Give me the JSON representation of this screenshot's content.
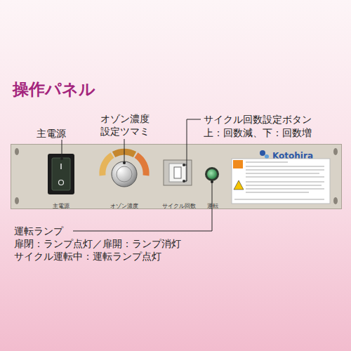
{
  "diagram": {
    "title": "操作パネル",
    "nodes": [
      {
        "text": [
          "主電源",
          "オゾン濃度",
          "サイクル回数",
          "運転",
          "Kotohira"
        ]
      }
    ],
    "labels": [
      "主電源",
      "オゾン濃度 設定ツマミ",
      "サイクル回数設定ボタン",
      "上：回数減、下：回数増",
      "運転ランプ",
      "扉閉：ランプ点灯／扉開：ランプ消灯",
      "サイクル運転中：運転ランプ点灯"
    ]
  }
}
